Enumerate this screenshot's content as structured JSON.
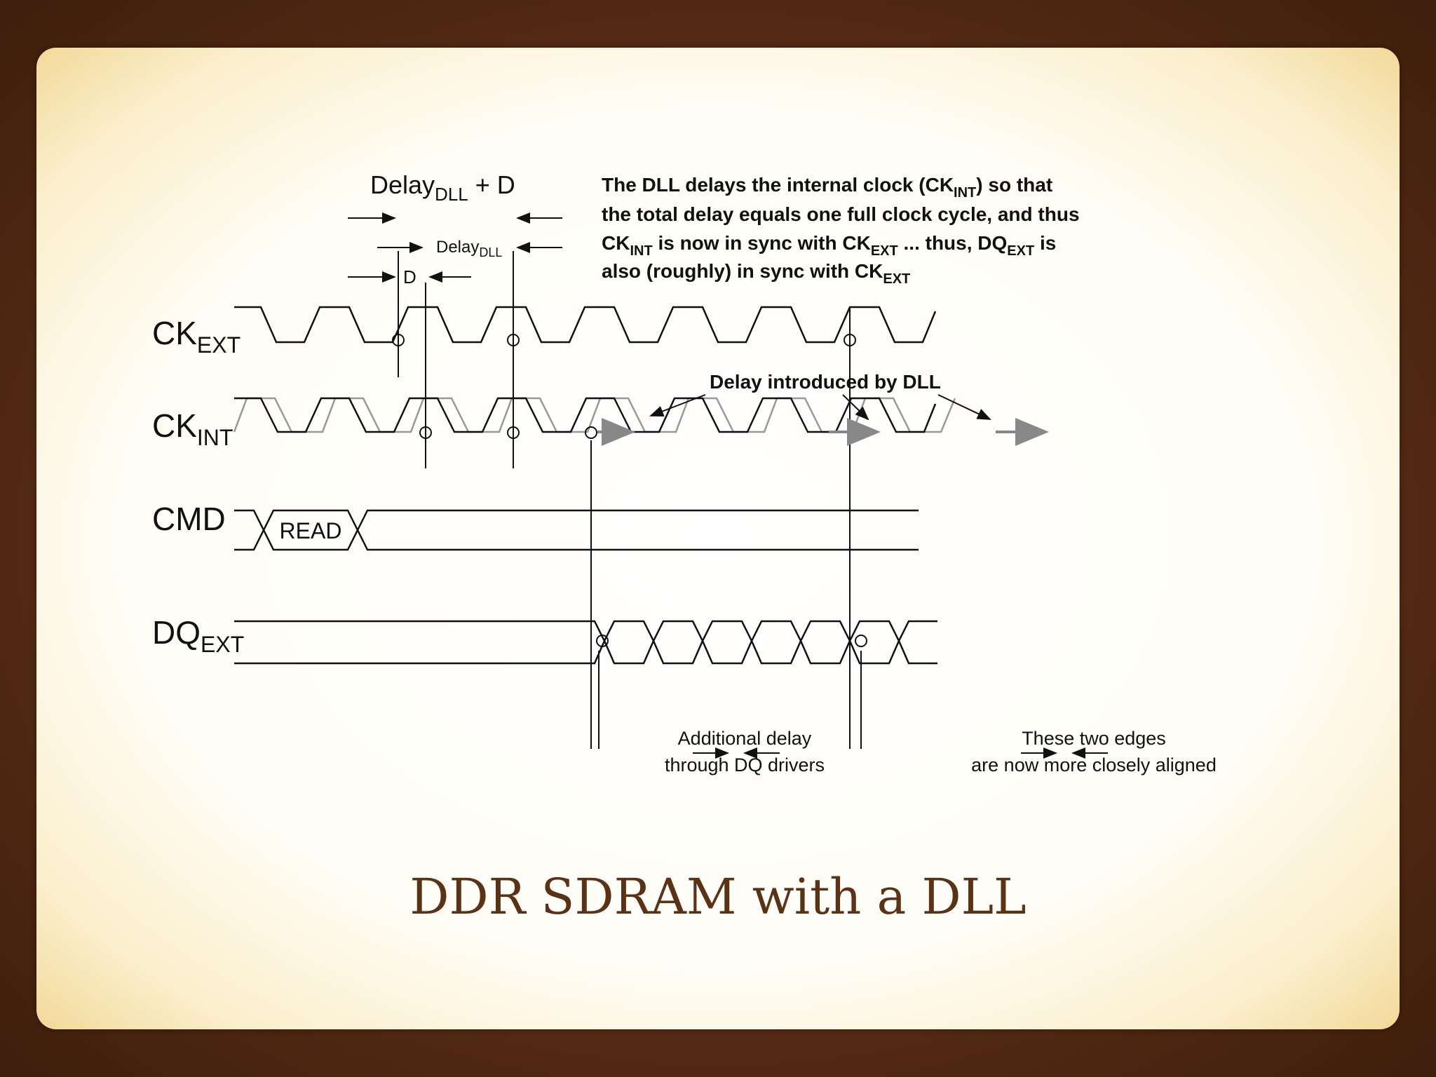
{
  "slide": {
    "title": "DDR SDRAM with a DLL"
  },
  "diagram": {
    "signals": [
      {
        "main": "CK",
        "sub": "EXT"
      },
      {
        "main": "CK",
        "sub": "INT"
      },
      {
        "main": "CMD",
        "sub": ""
      },
      {
        "main": "DQ",
        "sub": "EXT"
      }
    ],
    "top_label": {
      "main": "Delay",
      "sub": "DLL",
      "rest": " + D"
    },
    "mid_label": {
      "main": "Delay",
      "sub": "DLL"
    },
    "d_label": "D",
    "read_label": "READ",
    "callout": {
      "line1a": "The DLL delays the internal clock (CK",
      "line1sub": "INT",
      "line1b": ") so that",
      "line2": "the total delay equals one full clock cycle, and thus",
      "line3a": "CK",
      "line3sub1": "INT",
      "line3b": " is now in sync with CK",
      "line3sub2": "EXT",
      "line3c": " ... thus, DQ",
      "line3sub3": "EXT",
      "line3d": " is",
      "line4a": "also (roughly) in sync with CK",
      "line4sub": "EXT"
    },
    "delay_dll_note": "Delay introduced by DLL",
    "note_left": [
      "Additional delay",
      "through DQ drivers"
    ],
    "note_right": [
      "These two edges",
      "are now more closely aligned"
    ]
  }
}
